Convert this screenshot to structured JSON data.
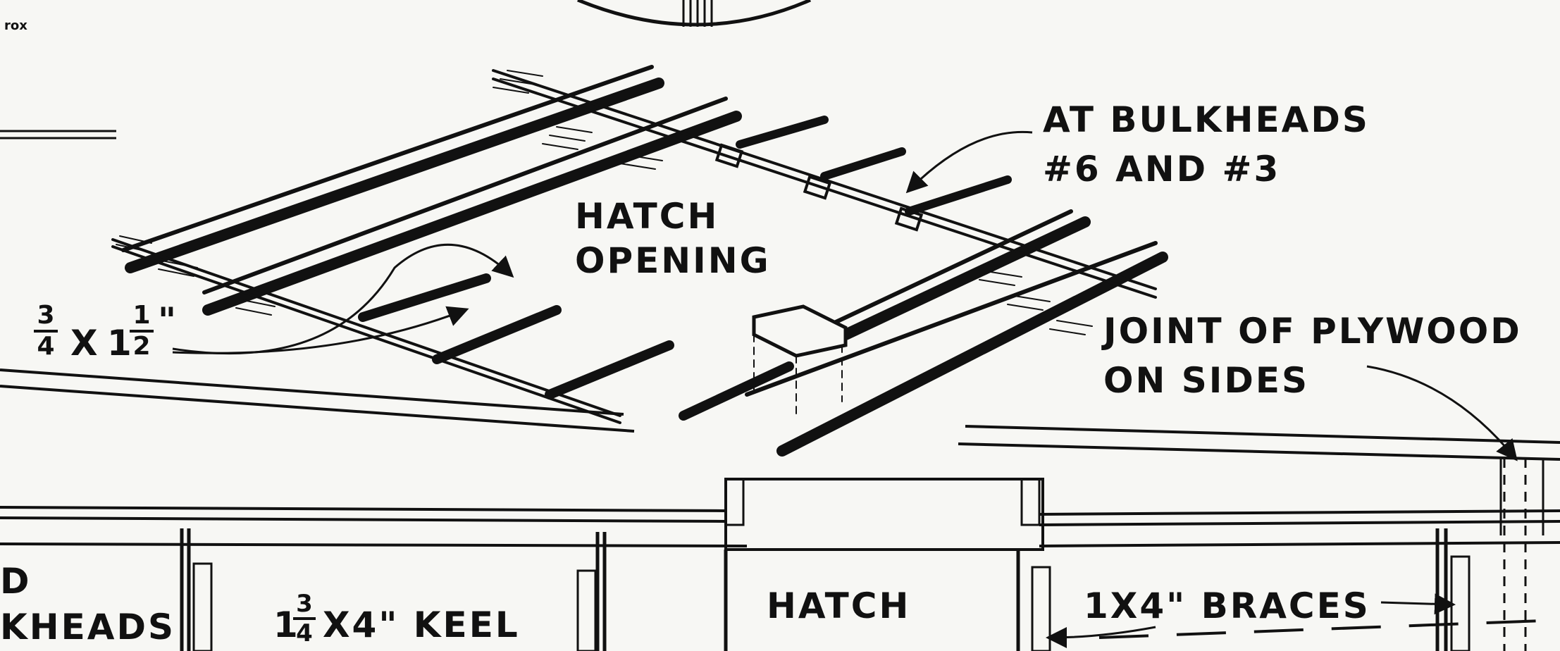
{
  "labels": {
    "corner_mark": "rox",
    "at_bulkheads_line1": "AT BULKHEADS",
    "at_bulkheads_line2": "#6 AND #3",
    "hatch_opening_line1": "HATCH",
    "hatch_opening_line2": "OPENING",
    "joint_line1": "JOINT OF PLYWOOD",
    "joint_line2": "ON SIDES",
    "left_edge_line1": "D",
    "left_edge_line2": "KHEADS",
    "keel_suffix": "X4\" KEEL",
    "keel_whole": "1",
    "hatch": "HATCH",
    "braces": "1X4\" BRACES"
  },
  "dimension_three_quarter": {
    "num1": "3",
    "den1": "4",
    "x": "X",
    "whole": "1",
    "num2": "1",
    "den2": "2",
    "inch": "\""
  },
  "keel_fraction": {
    "num": "3",
    "den": "4"
  },
  "colors": {
    "ink": "#111111",
    "paper": "#f7f7f4"
  }
}
